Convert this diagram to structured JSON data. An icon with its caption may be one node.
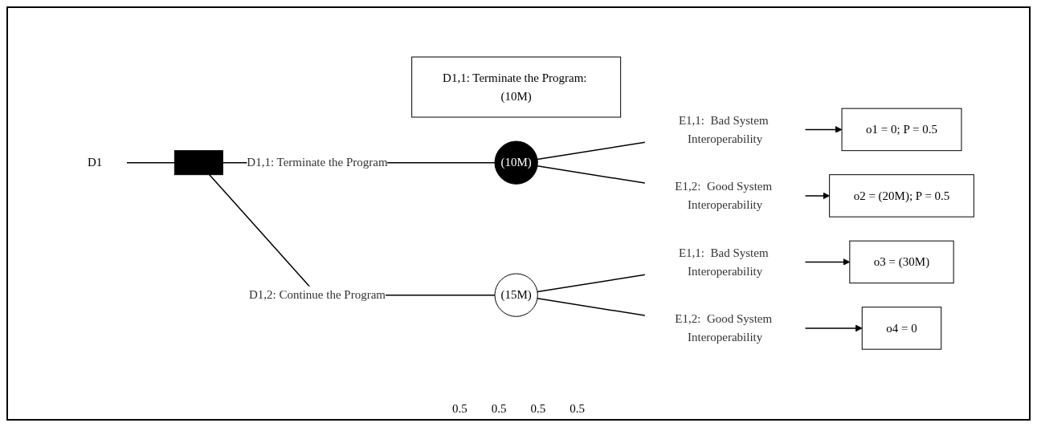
{
  "diagram": {
    "nodes": [
      {
        "text": [
          "D1"
        ]
      },
      {
        "text": [],
        "shape": "box"
      },
      {
        "text": [
          "D1,1: Terminate the Program: (10M)"
        ]
      },
      {
        "text": [
          "(10M)"
        ]
      },
      {
        "text": [
          "(15M)"
        ]
      },
      {
        "text": [
          "o1 = 0; P = 0.5"
        ]
      },
      {
        "text": [
          "o2 = (20M); P = 0.5"
        ]
      },
      {
        "text": [
          "o3 = (30M)"
        ]
      },
      {
        "text": [
          "o4 = 0"
        ]
      }
    ],
    "edges": [
      {
        "from": 0,
        "to": 1,
        "arrow": "none"
      },
      {
        "from": 1,
        "to": 3,
        "arrow": "none",
        "label": "D1,1: Terminate the Program"
      },
      {
        "from": 1,
        "to": 4,
        "arrow": "none",
        "label": "D1,2:  Continue the Program"
      },
      {
        "from": 3,
        "to": 5,
        "arrow": "to",
        "label": "E1,1:  Bad System Interoperability"
      },
      {
        "from": 3,
        "to": 6,
        "arrow": "to",
        "label": "E1,2:  Good System Interoperability"
      },
      {
        "from": 4,
        "to": 7,
        "arrow": "to",
        "label": "E1,1:  Bad System Interoperability"
      },
      {
        "from": 4,
        "to": 8,
        "arrow": "to",
        "label": "E1,2:  Good System Interoperability"
      }
    ],
    "labels": [
      "0.5",
      "0.5",
      "0.5",
      "0.5"
    ]
  }
}
